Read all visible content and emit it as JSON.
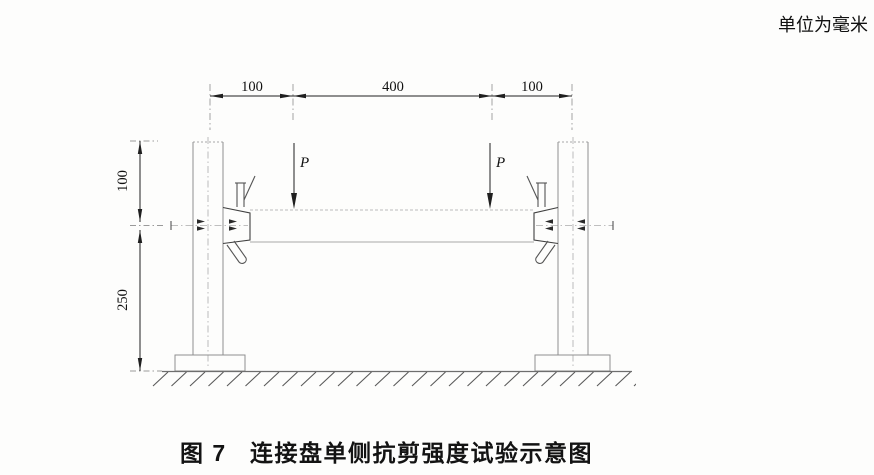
{
  "unit_note": "单位为毫米",
  "figure": {
    "label": "图 7",
    "title": "连接盘单侧抗剪强度试验示意图"
  },
  "dimensions": {
    "top": [
      "100",
      "400",
      "100"
    ],
    "left": [
      "100",
      "250"
    ]
  },
  "loads": {
    "left_label": "P",
    "right_label": "P"
  },
  "colors": {
    "ink": "#1f1f1f",
    "structure_gray": "#8f8f8f",
    "beam_gray": "#b0b0b0",
    "background": "#fdfdfc"
  }
}
